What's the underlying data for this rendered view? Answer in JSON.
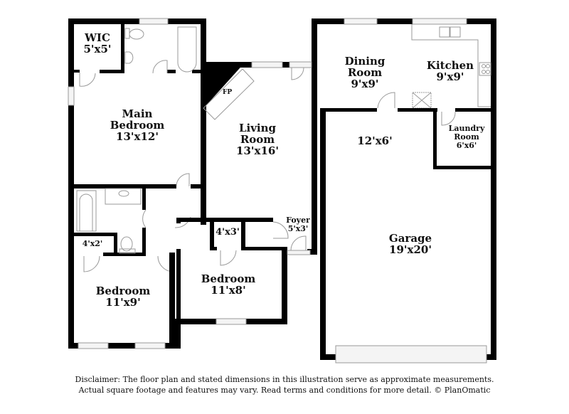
{
  "floor_plan": {
    "rooms": [
      {
        "id": "wic",
        "name": "WIC",
        "dimensions": "5'x5'"
      },
      {
        "id": "main-bedroom",
        "name": "Main Bedroom",
        "line1": "Main",
        "line2": "Bedroom",
        "dimensions": "13'x12'"
      },
      {
        "id": "living-room",
        "name": "Living Room",
        "line1": "Living",
        "line2": "Room",
        "dimensions": "13'x16'"
      },
      {
        "id": "dining-room",
        "name": "Dining Room",
        "line1": "Dining",
        "line2": "Room",
        "dimensions": "9'x9'"
      },
      {
        "id": "kitchen",
        "name": "Kitchen",
        "dimensions": "9'x9'"
      },
      {
        "id": "laundry-room",
        "name": "Laundry Room",
        "line1": "Laundry",
        "line2": "Room",
        "dimensions": "6'x6'"
      },
      {
        "id": "hall-area",
        "name": "",
        "dimensions": "12'x6'"
      },
      {
        "id": "garage",
        "name": "Garage",
        "dimensions": "19'x20'"
      },
      {
        "id": "closet-small",
        "name": "",
        "dimensions": "4'x2'"
      },
      {
        "id": "closet-bedroom",
        "name": "",
        "dimensions": "4'x3'"
      },
      {
        "id": "foyer",
        "name": "Foyer",
        "dimensions": "5'x3'"
      },
      {
        "id": "bedroom-2",
        "name": "Bedroom",
        "dimensions": "11'x9'"
      },
      {
        "id": "bedroom-3",
        "name": "Bedroom",
        "dimensions": "11'x8'"
      }
    ],
    "fireplace_label": "FP"
  },
  "disclaimer": {
    "line1": "Disclaimer: The floor plan and stated dimensions in this illustration serve as approximate measurements.",
    "line2": "Actual square footage and features may vary. Read terms and conditions for more detail. © PlanOmatic"
  },
  "colors": {
    "wall": "#000000",
    "fixture_line": "#9a9a9a",
    "background": "#ffffff"
  }
}
